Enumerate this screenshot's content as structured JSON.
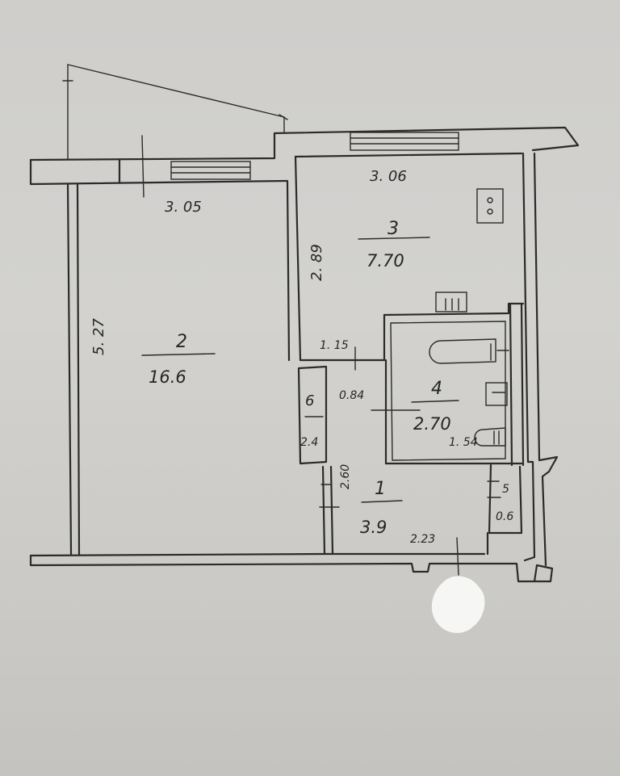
{
  "rooms": {
    "r1": {
      "num": "1",
      "area": "3.9"
    },
    "r2": {
      "num": "2",
      "area": "16.6"
    },
    "r3": {
      "num": "3",
      "area": "7.70"
    },
    "r4": {
      "num": "4",
      "area": "2.70"
    },
    "r5": {
      "num": "5",
      "area": "0.6"
    },
    "r6": {
      "num": "6",
      "area": "2.4"
    }
  },
  "dimensions": {
    "room2_width": "3. 05",
    "room2_length": "5. 27",
    "room3_width": "3. 06",
    "room3_length": "2. 89",
    "corridor_width": "1. 15",
    "closet_width": "0.84",
    "hall_length": "2.60",
    "bath_width": "1. 54",
    "hall_width": "2.23"
  },
  "colors": {
    "ink": "#2b2b2b",
    "paper": "#cfcecb"
  }
}
